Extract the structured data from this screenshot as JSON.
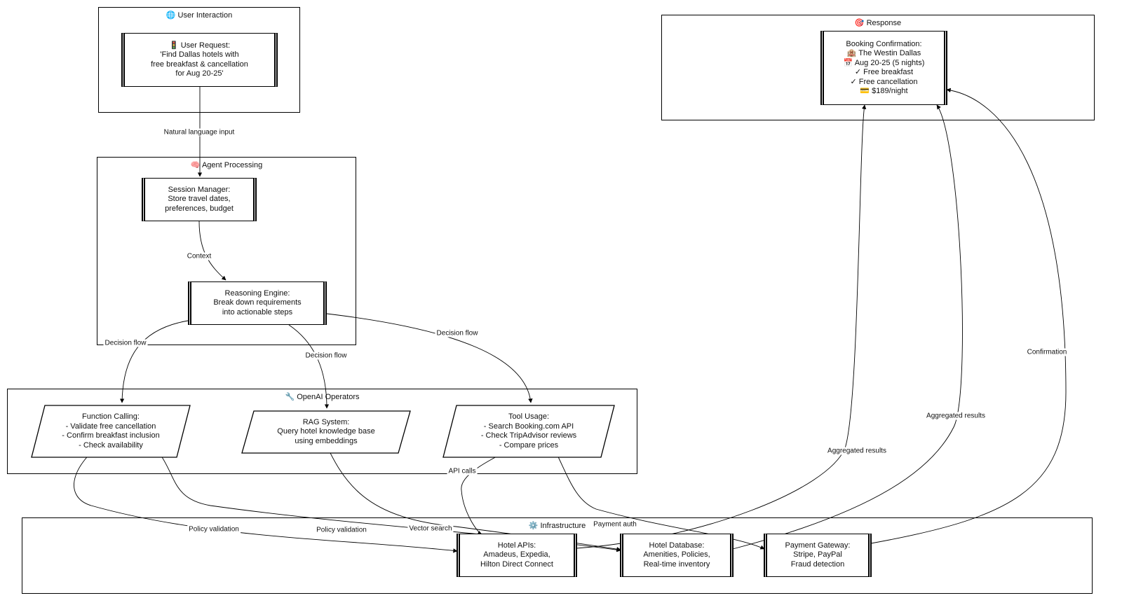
{
  "clusters": {
    "user_interaction": {
      "icon": "🌐",
      "title": "User Interaction"
    },
    "agent_processing": {
      "icon": "🧠",
      "title": "Agent Processing"
    },
    "openai_operators": {
      "icon": "🔧",
      "title": "OpenAI Operators"
    },
    "infrastructure": {
      "icon": "⚙️",
      "title": "Infrastructure"
    },
    "response": {
      "icon": "🎯",
      "title": "Response"
    }
  },
  "nodes": {
    "user_request": "🚦 User Request:\n'Find Dallas hotels with\nfree breakfast & cancellation\nfor Aug 20-25'",
    "session_manager": "Session Manager:\nStore travel dates,\npreferences, budget",
    "reasoning_engine": "Reasoning Engine:\nBreak down requirements\ninto actionable steps",
    "function_calling": "Function Calling:\n- Validate free cancellation\n- Confirm breakfast inclusion\n- Check availability",
    "rag_system": "RAG System:\nQuery hotel knowledge base\nusing embeddings",
    "tool_usage": "Tool Usage:\n- Search Booking.com API\n- Check TripAdvisor reviews\n- Compare prices",
    "hotel_apis": "Hotel APIs:\nAmadeus, Expedia,\nHilton Direct Connect",
    "hotel_database": "Hotel Database:\nAmenities, Policies,\nReal-time inventory",
    "payment_gateway": "Payment Gateway:\nStripe, PayPal\nFraud detection",
    "booking_confirmation": "Booking Confirmation:\n🏨 The Westin Dallas\n📅 Aug 20-25 (5 nights)\n✓ Free breakfast\n✓ Free cancellation\n💳 $189/night"
  },
  "edge_labels": {
    "natural_language_input": "Natural language input",
    "context": "Context",
    "decision_flow_1": "Decision flow",
    "decision_flow_2": "Decision flow",
    "decision_flow_3": "Decision flow",
    "policy_validation_1": "Policy validation",
    "policy_validation_2": "Policy validation",
    "vector_search": "Vector search",
    "api_calls": "API calls",
    "payment_auth": "Payment auth",
    "aggregated_results_1": "Aggregated results",
    "aggregated_results_2": "Aggregated results",
    "confirmation": "Confirmation"
  }
}
